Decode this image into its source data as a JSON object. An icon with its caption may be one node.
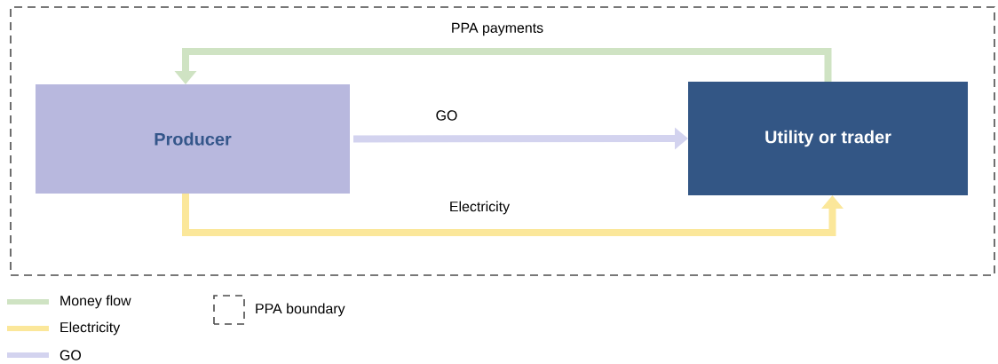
{
  "diagram": {
    "nodes": [
      {
        "text": [],
        "shape": "box"
      },
      {
        "text": [
          "Producer"
        ],
        "in": 0
      },
      {
        "text": [
          "Utility or trader"
        ],
        "in": 0
      }
    ],
    "edges": [
      {
        "from": 2,
        "to": 1,
        "arrow": "to",
        "label": "PPA payments",
        "color": "#cfe3c3"
      },
      {
        "from": 1,
        "to": 2,
        "arrow": "to",
        "label": "GO",
        "color": "#d3d3ef"
      },
      {
        "from": 1,
        "to": 2,
        "arrow": "to",
        "label": "Electricity",
        "color": "#fbe79a"
      }
    ],
    "legend": [
      {
        "text": "Money flow",
        "color": "#cfe3c3"
      },
      {
        "text": "Electricity",
        "color": "#fbe79a"
      },
      {
        "text": "GO",
        "color": "#d3d3ef"
      },
      {
        "text": "PPA boundary"
      }
    ]
  }
}
